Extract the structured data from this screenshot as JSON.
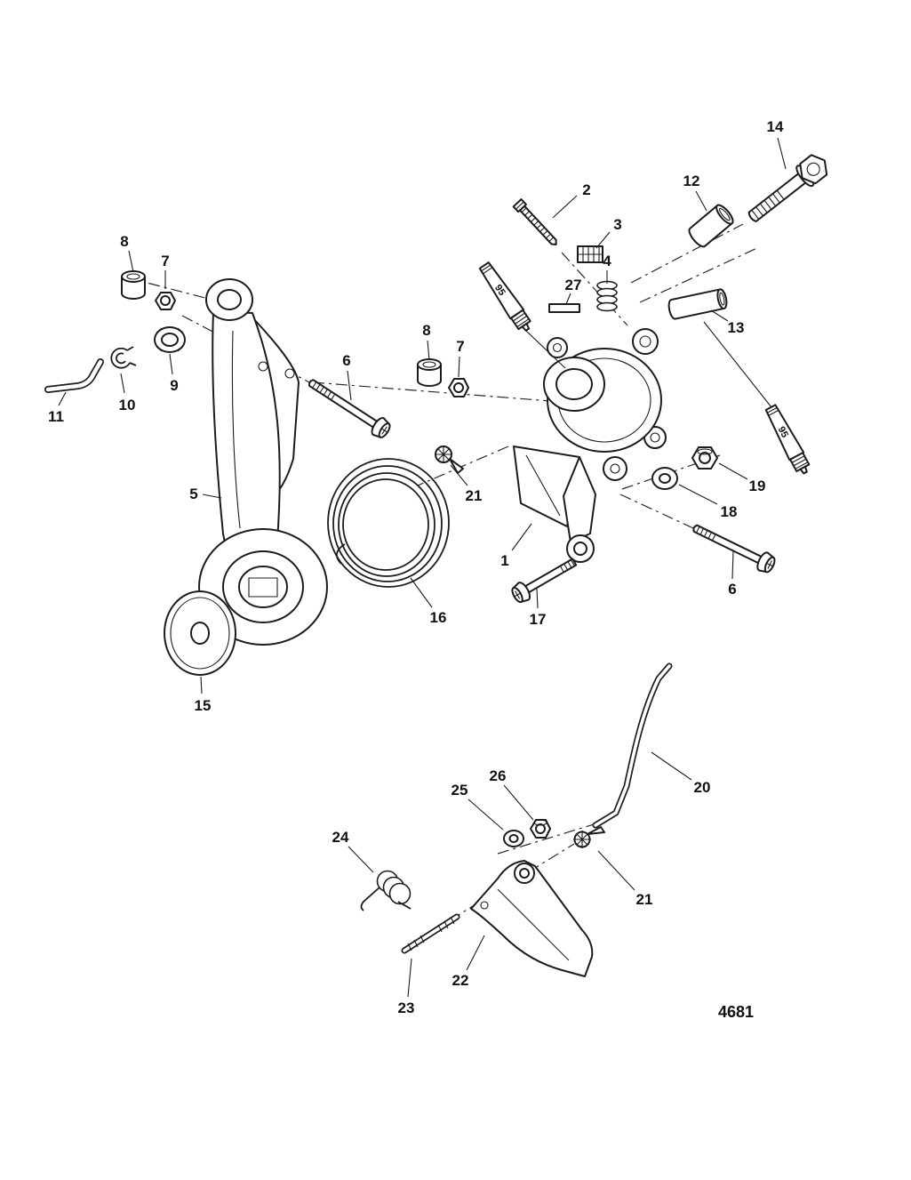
{
  "diagram": {
    "id_label": "4681",
    "adhesive_label": "95"
  },
  "callouts": [
    {
      "label": "8"
    },
    {
      "label": "7"
    },
    {
      "label": "9"
    },
    {
      "label": "10"
    },
    {
      "label": "11"
    },
    {
      "label": "5"
    },
    {
      "label": "15"
    },
    {
      "label": "16"
    },
    {
      "label": "6"
    },
    {
      "label": "8"
    },
    {
      "label": "7"
    },
    {
      "label": "21"
    },
    {
      "label": "2"
    },
    {
      "label": "3"
    },
    {
      "label": "4"
    },
    {
      "label": "27"
    },
    {
      "label": "12"
    },
    {
      "label": "14"
    },
    {
      "label": "13"
    },
    {
      "label": "19"
    },
    {
      "label": "18"
    },
    {
      "label": "6"
    },
    {
      "label": "17"
    },
    {
      "label": "1"
    },
    {
      "label": "20"
    },
    {
      "label": "26"
    },
    {
      "label": "25"
    },
    {
      "label": "21"
    },
    {
      "label": "24"
    },
    {
      "label": "22"
    },
    {
      "label": "23"
    }
  ]
}
